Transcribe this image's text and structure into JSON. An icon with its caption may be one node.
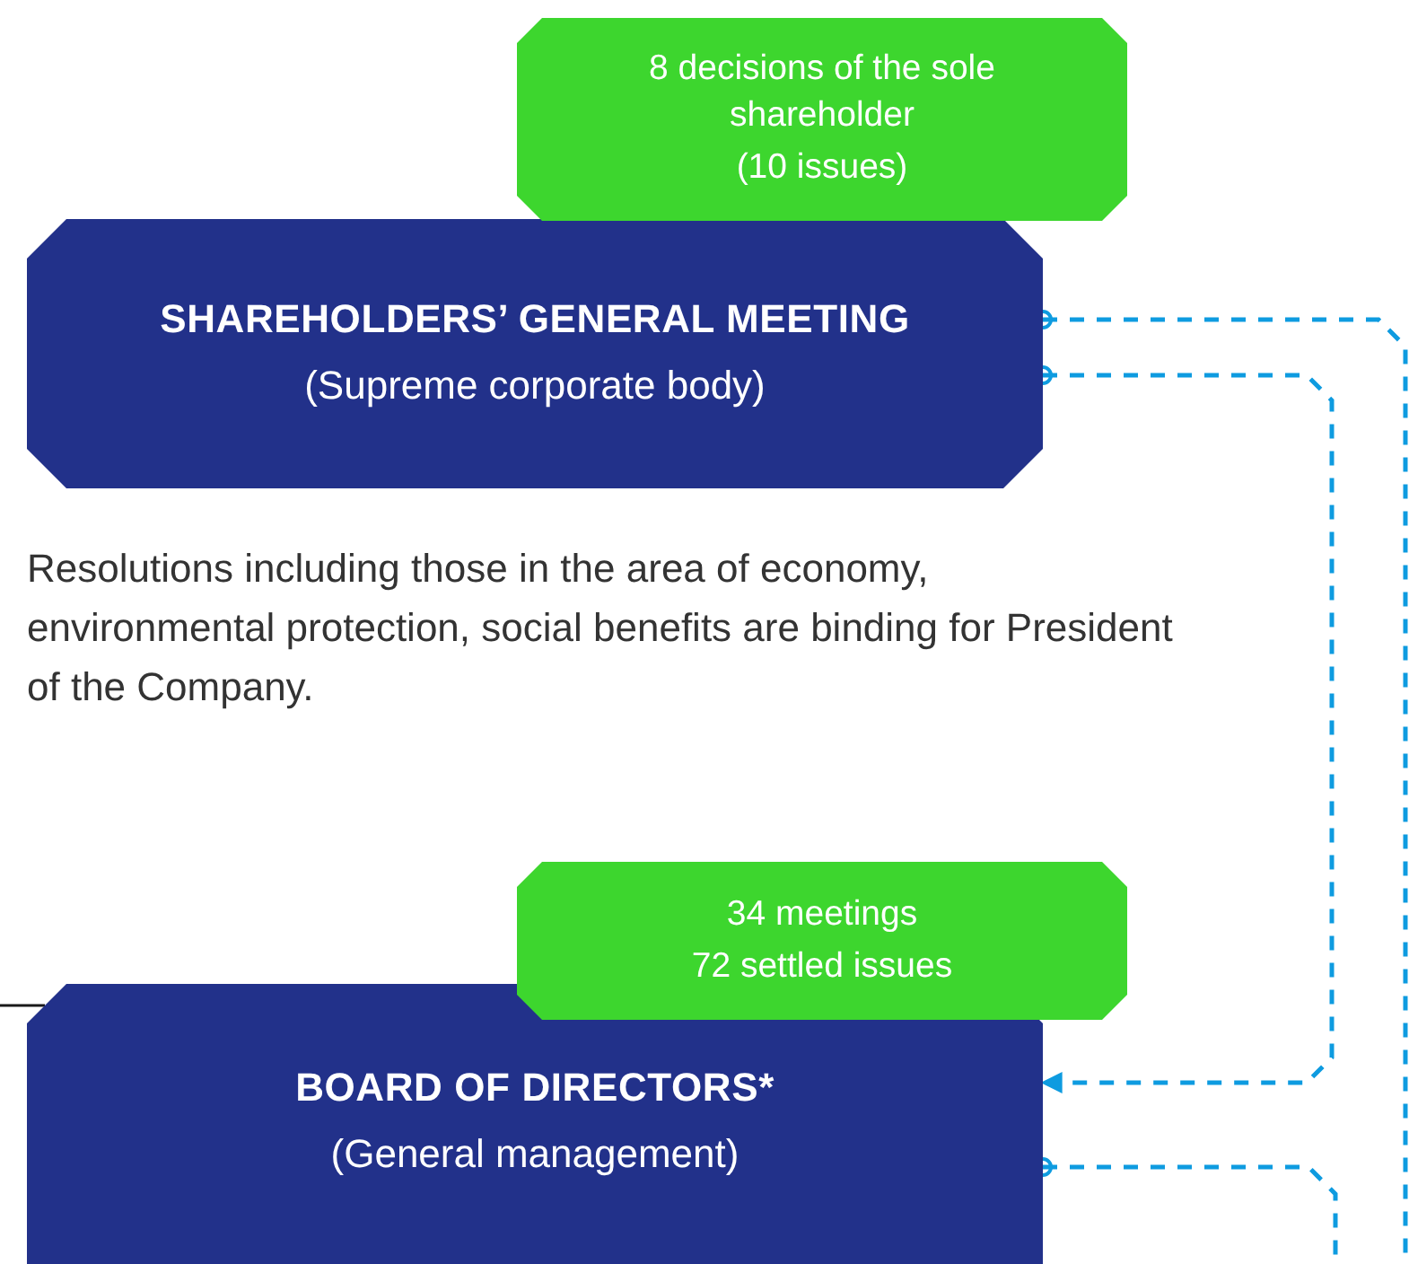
{
  "diagram": {
    "nodes": [
      {
        "text": [
          "8 decisions of the sole shareholder",
          "(10 issues)"
        ]
      },
      {
        "text": [
          "SHAREHOLDERS’ GENERAL MEETING",
          "(Supreme corporate body)"
        ]
      },
      {
        "text": [
          "34 meetings",
          "72 settled issues"
        ]
      },
      {
        "text": [
          "BOARD OF DIRECTORS*",
          "(General management)"
        ]
      }
    ],
    "edges": [
      {
        "from": 1,
        "to": 3,
        "arrow": "to",
        "style": "dashed"
      },
      {
        "from": 1,
        "to": null,
        "arrow": "other",
        "style": "dashed"
      },
      {
        "from": 3,
        "to": null,
        "arrow": "other",
        "style": "dashed"
      },
      {
        "from": null,
        "to": 3,
        "arrow": "none",
        "color": "#1a1a1a"
      }
    ],
    "labels": [
      "Resolutions including those in the area of economy, environmental protection, social benefits are binding for President of the Company."
    ]
  }
}
